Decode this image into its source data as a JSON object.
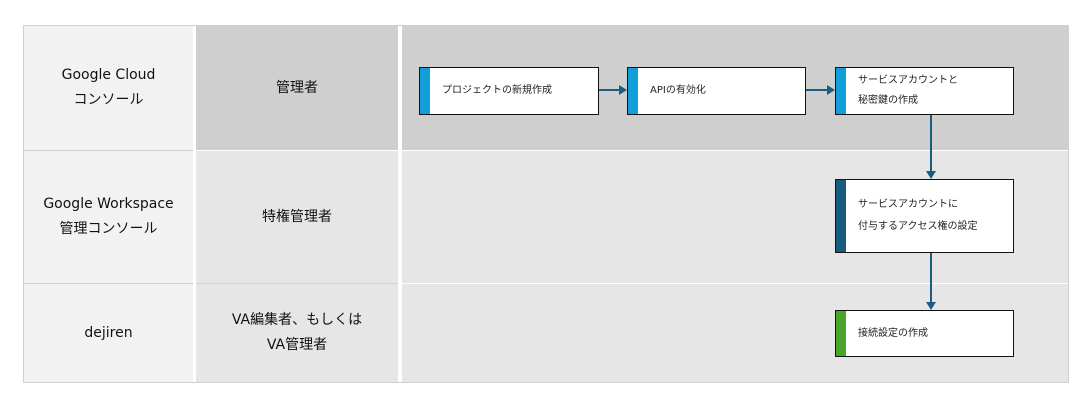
{
  "rows": [
    {
      "system": [
        "Google Cloud",
        "コンソール"
      ],
      "role": [
        "管理者"
      ]
    },
    {
      "system": [
        "Google Workspace",
        "管理コンソール"
      ],
      "role": [
        "特権管理者"
      ]
    },
    {
      "system": [
        "dejiren"
      ],
      "role": [
        "VA編集者、もしくは",
        "VA管理者"
      ]
    }
  ],
  "steps": [
    {
      "lines": [
        "プロジェクトの新規作成"
      ],
      "color": "#129fd9"
    },
    {
      "lines": [
        "APIの有効化"
      ],
      "color": "#129fd9"
    },
    {
      "lines": [
        "サービスアカウントと",
        "秘密鍵の作成"
      ],
      "color": "#129fd9"
    },
    {
      "lines": [
        "サービスアカウントに",
        "付与するアクセス権の設定"
      ],
      "color": "#175c7e"
    },
    {
      "lines": [
        "接続設定の作成"
      ],
      "color": "#4aa52a"
    }
  ]
}
